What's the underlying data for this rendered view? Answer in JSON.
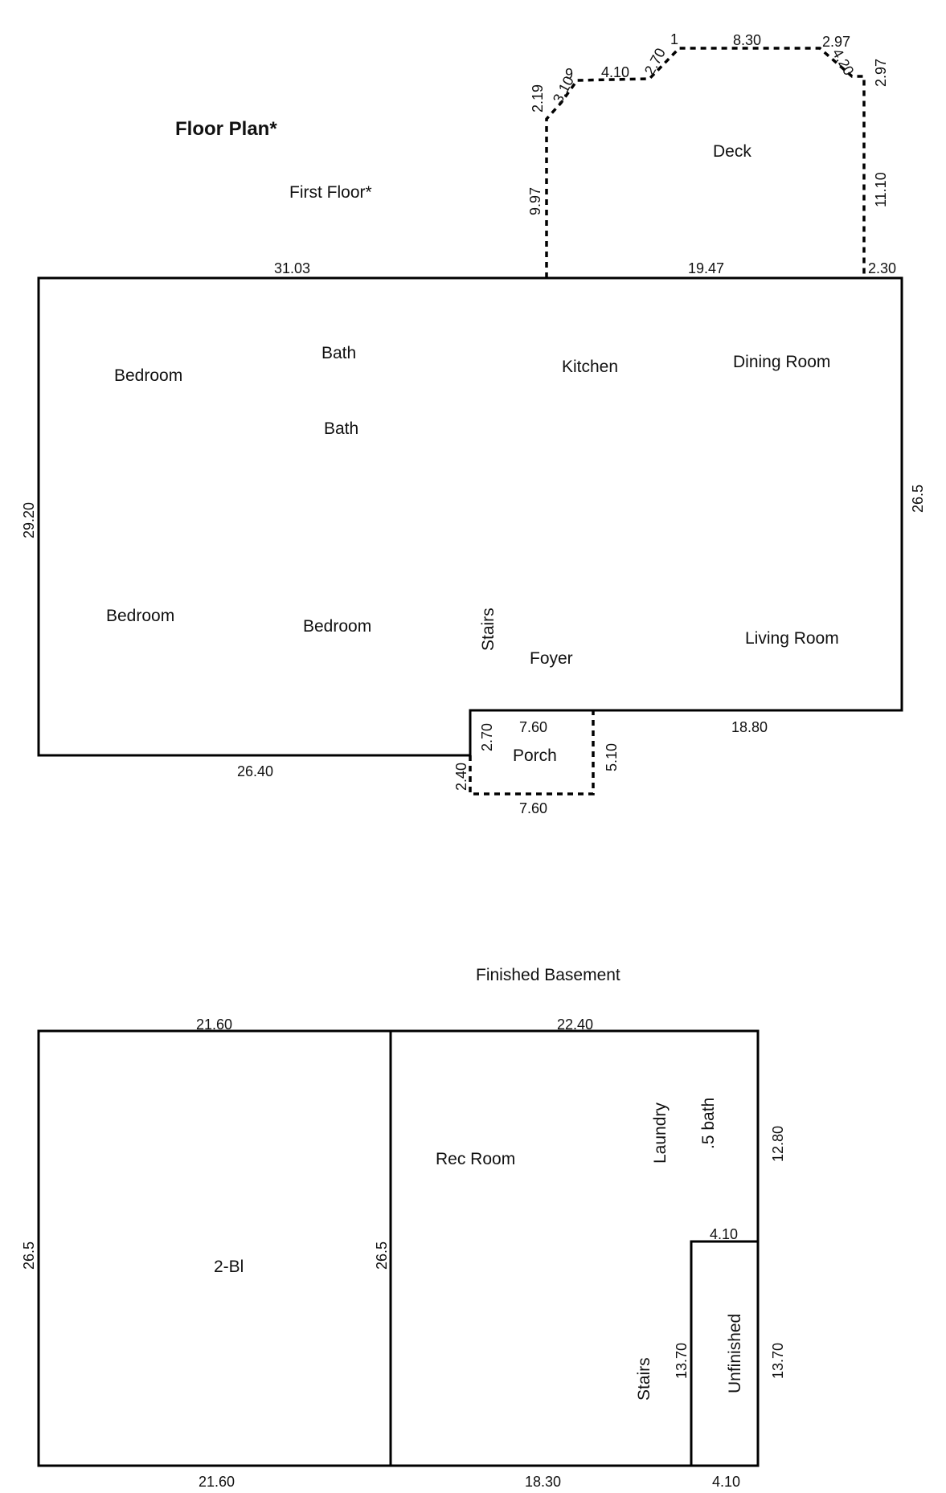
{
  "header": {
    "title": "Floor Plan*",
    "first_floor": "First Floor*",
    "basement": "Finished Basement"
  },
  "first_floor": {
    "rooms": {
      "bedroom_1": "Bedroom",
      "bath_1": "Bath",
      "bath_2": "Bath",
      "kitchen": "Kitchen",
      "dining": "Dining Room",
      "bedroom_2": "Bedroom",
      "bedroom_3": "Bedroom",
      "stairs": "Stairs",
      "foyer": "Foyer",
      "living": "Living Room",
      "deck": "Deck",
      "porch": "Porch"
    },
    "dims": {
      "top_left": "31.03",
      "top_right": "19.47",
      "top_corner": "2.30",
      "left": "29.20",
      "right": "26.5",
      "bottom_left": "26.40",
      "bottom_right": "18.80",
      "porch_top": "7.60",
      "porch_bottom": "7.60",
      "porch_left_upper": "2.70",
      "porch_left_lower": "2.40",
      "porch_right": "5.10",
      "deck_left": "9.97",
      "deck_right": "11.10",
      "deck_a": "2.19",
      "deck_b": "3.10",
      "deck_c": "9",
      "deck_d": "4.10",
      "deck_e": "2.70",
      "deck_f": "1",
      "deck_top": "8.30",
      "deck_g": "2.97",
      "deck_h": "4.20",
      "deck_i": "2.97"
    }
  },
  "basement": {
    "rooms": {
      "bl": "2-Bl",
      "rec": "Rec Room",
      "laundry": "Laundry",
      "half_bath": ".5 bath",
      "stairs": "Stairs",
      "unfinished": "Unfinished"
    },
    "dims": {
      "top_left": "21.60",
      "top_right": "22.40",
      "left": "26.5",
      "middle": "26.5",
      "right_upper": "12.80",
      "notch": "4.10",
      "right_lower": "13.70",
      "inner": "13.70",
      "bottom_left": "21.60",
      "bottom_mid": "18.30",
      "bottom_right": "4.10"
    }
  }
}
